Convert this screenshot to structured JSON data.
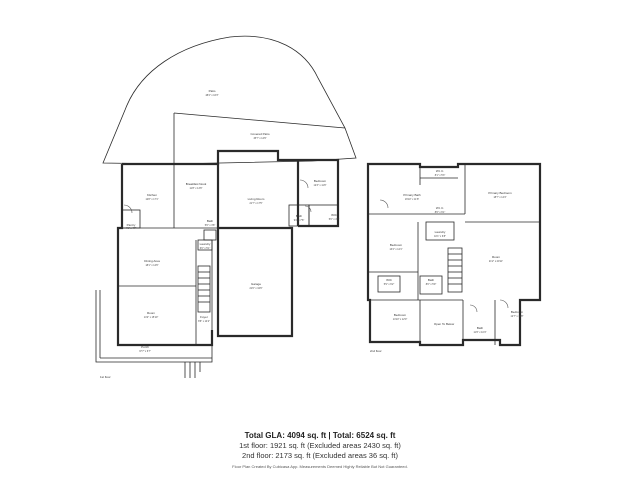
{
  "summary": {
    "total": "Total GLA: 4094 sq. ft | Total: 6524 sq. ft",
    "first_floor": "1st floor: 1921 sq. ft (Excluded areas 2430 sq. ft)",
    "second_floor": "2nd floor: 2173 sq. ft (Excluded areas 36 sq. ft)",
    "footer": "Floor Plan Created By Cubicasa App. Measurements Deemed Highly Reliable But Not Guaranteed."
  },
  "floor_labels": {
    "first": "1st floor",
    "second": "2nd floor"
  },
  "rooms_first": {
    "patio": {
      "name": "Patio",
      "dim": "48'4\" x 16'3\""
    },
    "covered_patio": {
      "name": "Covered Patio",
      "dim": "45'7\" x 14'9\""
    },
    "kitchen": {
      "name": "Kitchen",
      "dim": "12'8\" x 17'1\""
    },
    "breakfast_nook": {
      "name": "Breakfast Nook",
      "dim": "11'8\" x 13'9\""
    },
    "living_room": {
      "name": "Living Room",
      "dim": "21'7\" x 17'5\""
    },
    "bedroom": {
      "name": "Bedroom",
      "dim": "12'3\" x 11'9\""
    },
    "pantry": {
      "name": "Pantry",
      "dim": "4'1\" x 4'7\""
    },
    "bath": {
      "name": "Bath",
      "dim": "9'2\" x 7'8\""
    },
    "wic": {
      "name": "WIC",
      "dim": "5'0\" x 4'3\""
    },
    "half_bath": {
      "name": "Bath",
      "dim": "5'6\" x 3'8\""
    },
    "laundry": {
      "name": "Laundry",
      "dim": "6'0\" x 5'1\""
    },
    "dining_area": {
      "name": "Dining Area",
      "dim": "18'1\" x 14'6\""
    },
    "garage": {
      "name": "Garage",
      "dim": "21'6\" x 34'6\""
    },
    "room": {
      "name": "Room",
      "dim": "14'2\" x 15'10\""
    },
    "foyer": {
      "name": "Foyer",
      "dim": "8'6\" x 14'2\""
    },
    "porch": {
      "name": "Porch",
      "dim": "37'7\" x 6'7\""
    }
  },
  "rooms_second": {
    "wic1": {
      "name": "W.I.C.",
      "dim": "8'1\" x 5'3\""
    },
    "primary_bath": {
      "name": "Primary Bath",
      "dim": "16'10\" x 11'8\""
    },
    "primary_bedroom": {
      "name": "Primary Bedroom",
      "dim": "18'7\" x 14'4\""
    },
    "wic2": {
      "name": "W.I.C.",
      "dim": "8'6\" x 6'1\""
    },
    "laundry": {
      "name": "Laundry",
      "dim": "10'1\" x 6'8\""
    },
    "bedroom_west": {
      "name": "Bedroom",
      "dim": "13'4\" x 12'1\""
    },
    "room": {
      "name": "Room",
      "dim": "21'2\" x 20'11\""
    },
    "wic3": {
      "name": "WIC",
      "dim": "5'9\" x 6'2\""
    },
    "bath_small": {
      "name": "Bath",
      "dim": "8'0\" x 5'9\""
    },
    "bedroom_sw": {
      "name": "Bedroom",
      "dim": "14'10\" x 12'0\""
    },
    "open_to_below": {
      "name": "Open To Below",
      "dim": ""
    },
    "bath_south": {
      "name": "Bath",
      "dim": "11'6\" x 10'4\""
    },
    "bedroom_se": {
      "name": "Bedroom",
      "dim": "12'7\" x 11'8\""
    }
  }
}
